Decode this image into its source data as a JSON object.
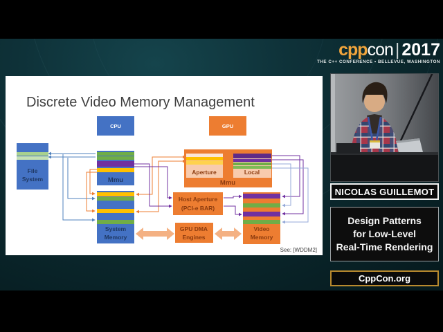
{
  "video": {
    "logo": {
      "cpp": "cpp",
      "con": "con",
      "divider": "|",
      "year": "2017",
      "tagline": "THE C++ CONFERENCE • BELLEVUE, WASHINGTON"
    },
    "speaker_name": "NICOLAS GUILLEMOT",
    "talk_title_lines": [
      "Design Patterns",
      "for Low-Level",
      "Real-Time Rendering"
    ],
    "footer": "CppCon.org"
  },
  "slide": {
    "title": "Discrete Video Memory Management",
    "cpu_label": "CPU",
    "gpu_label": "GPU",
    "file_system": [
      "File",
      "System"
    ],
    "cpu_mmu": "Mmu",
    "system_memory": [
      "System",
      "Memory"
    ],
    "gpu_mmu": "Mmu",
    "aperture": "Aperture",
    "local": "Local",
    "host_aperture": [
      "Host Aperture",
      "(PCI-e BAR)"
    ],
    "gpu_dma_engines": [
      "GPU DMA",
      "Engines"
    ],
    "video_memory": [
      "Video",
      "Memory"
    ],
    "footnote": "See: [WDDM2]"
  },
  "colors": {
    "background_teal": "#0E3138",
    "accent_orange": "#F2A53C",
    "box_blue": "#4472C4",
    "box_orange": "#ED7D31",
    "stripe_green": "#70AD47",
    "stripe_yellow": "#FFC000",
    "stripe_purple": "#7030A0",
    "stripe_light_green": "#A9D18E",
    "salmon_arrow": "#F4B183",
    "light_salmon": "#F8CBAD",
    "banner_border_gold": "#B98A2E",
    "connector_blue": "#4F81BD",
    "connector_light_blue": "#95A9D8"
  }
}
